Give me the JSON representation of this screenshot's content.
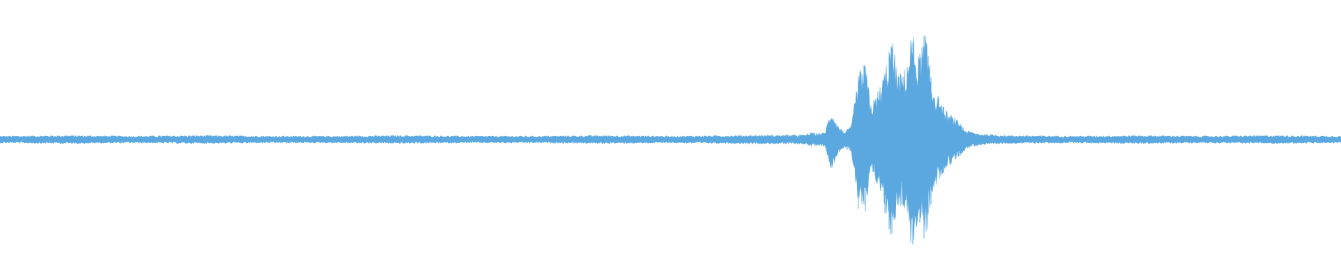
{
  "chart_data": {
    "type": "area",
    "title": "",
    "xlabel": "",
    "ylabel": "",
    "grid": false,
    "legend": "none",
    "color": "#5ba8e0",
    "background": "#ffffff",
    "x": [
      0,
      0.05,
      0.1,
      0.15,
      0.2,
      0.25,
      0.3,
      0.35,
      0.4,
      0.45,
      0.5,
      0.55,
      0.6,
      0.605,
      0.61,
      0.615,
      0.62,
      0.625,
      0.63,
      0.635,
      0.64,
      0.645,
      0.65,
      0.655,
      0.66,
      0.665,
      0.67,
      0.675,
      0.68,
      0.685,
      0.69,
      0.695,
      0.7,
      0.705,
      0.71,
      0.715,
      0.72,
      0.73,
      0.75,
      0.8,
      0.85,
      0.9,
      0.95,
      1.0
    ],
    "series": [
      {
        "values": [
          0.03,
          0.035,
          0.03,
          0.035,
          0.03,
          0.03,
          0.035,
          0.03,
          0.03,
          0.035,
          0.03,
          0.035,
          0.04,
          0.06,
          0.05,
          0.06,
          0.26,
          0.12,
          0.06,
          0.12,
          0.55,
          0.65,
          0.3,
          0.4,
          0.6,
          0.85,
          0.55,
          0.6,
          0.93,
          0.7,
          0.9,
          0.5,
          0.35,
          0.25,
          0.2,
          0.15,
          0.08,
          0.05,
          0.035,
          0.03,
          0.035,
          0.03,
          0.035,
          0.03
        ]
      }
    ],
    "xlim": [
      0,
      1
    ],
    "ylim": [
      -1,
      1
    ]
  }
}
